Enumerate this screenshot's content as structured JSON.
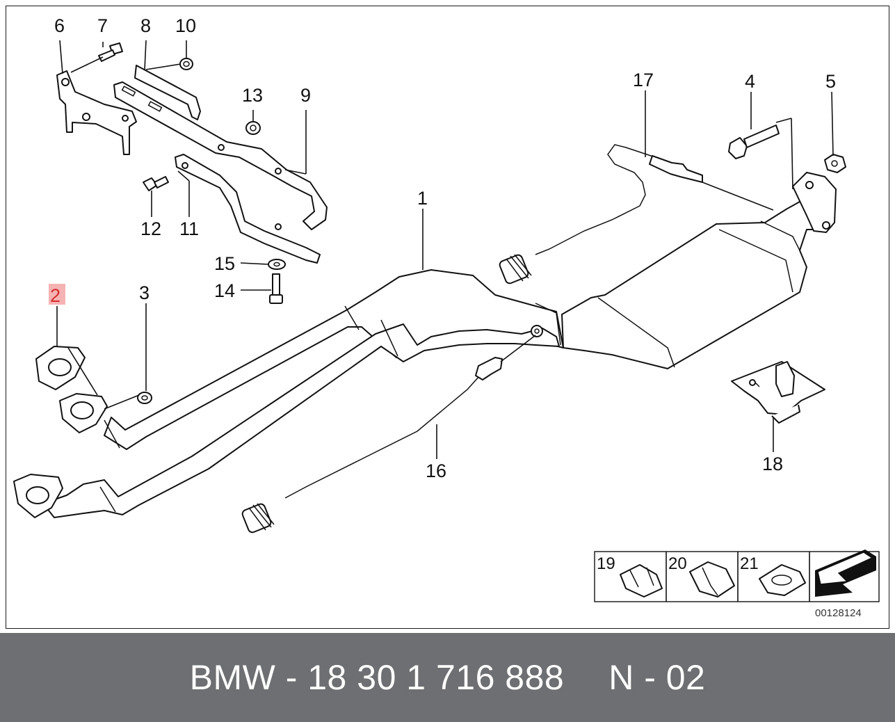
{
  "callouts": {
    "c1": "1",
    "c2": "2",
    "c3": "3",
    "c4": "4",
    "c5": "5",
    "c6": "6",
    "c7": "7",
    "c8": "8",
    "c9": "9",
    "c10": "10",
    "c11": "11",
    "c12": "12",
    "c13": "13",
    "c14": "14",
    "c15": "15",
    "c16": "16",
    "c17": "17",
    "c18": "18",
    "c19": "19",
    "c20": "20",
    "c21": "21"
  },
  "highlighted_callout": "2",
  "diagram_id": "00128124",
  "footer": {
    "part_number": "BMW - 18 30 1 716 888",
    "position": "N - 02"
  },
  "colors": {
    "highlight": "#f6b3b3",
    "highlight_text": "#d32f2f",
    "footer_bg": "#6e6f72"
  }
}
